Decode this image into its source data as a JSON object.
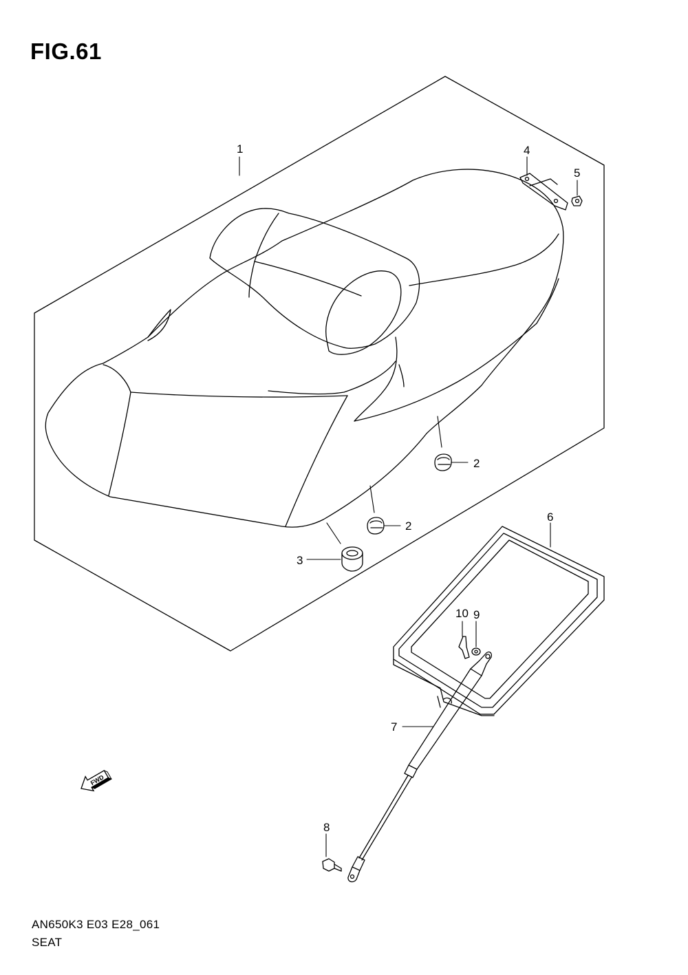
{
  "figure": {
    "title": "FIG.61",
    "model_code": "AN650K3 E03 E28_061",
    "section_name": "SEAT"
  },
  "callouts": [
    {
      "id": "1",
      "label": "1"
    },
    {
      "id": "2a",
      "label": "2"
    },
    {
      "id": "2b",
      "label": "2"
    },
    {
      "id": "3",
      "label": "3"
    },
    {
      "id": "4",
      "label": "4"
    },
    {
      "id": "5",
      "label": "5"
    },
    {
      "id": "6",
      "label": "6"
    },
    {
      "id": "7",
      "label": "7"
    },
    {
      "id": "8",
      "label": "8"
    },
    {
      "id": "9",
      "label": "9"
    },
    {
      "id": "10",
      "label": "10"
    }
  ],
  "fwd_arrow": {
    "label": "FWD",
    "icon": "fwd-arrow-icon"
  }
}
